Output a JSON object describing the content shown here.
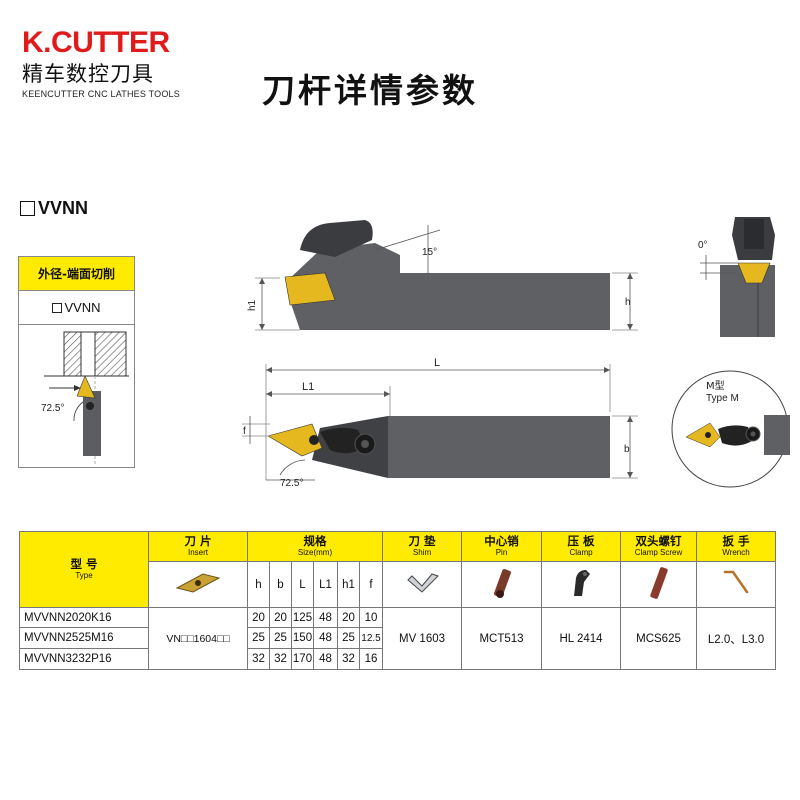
{
  "logo": {
    "brand": "K.CUTTER",
    "chinese": "精车数控刀具",
    "english": "KEENCUTTER CNC LATHES TOOLS",
    "brand_color": "#e01b1b"
  },
  "page_title": "刀杆详情参数",
  "model_series": "VVNN",
  "side_panel": {
    "header": "外径-端面切削",
    "model": "VVNN",
    "angle": "72.5°",
    "header_color": "#ffeb00"
  },
  "drawings": {
    "side_view": {
      "angle_label": "15°",
      "h1_label": "h1",
      "h_label": "h"
    },
    "end_view": {
      "angle_label": "0°"
    },
    "top_view": {
      "L_label": "L",
      "L1_label": "L1",
      "f_label": "f",
      "b_label": "b",
      "angle_label": "72.5°"
    },
    "type_m": {
      "label_cn": "M型",
      "label_en": "Type M"
    }
  },
  "table": {
    "headers": {
      "type": {
        "cn": "型 号",
        "en": "Type"
      },
      "insert": {
        "cn": "刀 片",
        "en": "Insert"
      },
      "size": {
        "cn": "规格",
        "en": "Size(mm)"
      },
      "shim": {
        "cn": "刀 垫",
        "en": "Shim"
      },
      "pin": {
        "cn": "中心销",
        "en": "Pin"
      },
      "clamp": {
        "cn": "压 板",
        "en": "Clamp"
      },
      "clamp_screw": {
        "cn": "双头螺钉",
        "en": "Clamp Screw"
      },
      "wrench": {
        "cn": "扳 手",
        "en": "Wrench"
      }
    },
    "size_columns": [
      "h",
      "b",
      "L",
      "L1",
      "h1",
      "f"
    ],
    "rows": [
      {
        "model": "MVVNN2020K16",
        "dims": [
          "20",
          "20",
          "125",
          "48",
          "20",
          "10"
        ]
      },
      {
        "model": "MVVNN2525M16",
        "dims": [
          "25",
          "25",
          "150",
          "48",
          "25",
          "12.5"
        ]
      },
      {
        "model": "MVVNN3232P16",
        "dims": [
          "32",
          "32",
          "170",
          "48",
          "32",
          "16"
        ]
      }
    ],
    "insert_value": "VN□□1604□□",
    "shim_value": "MV 1603",
    "pin_value": "MCT513",
    "clamp_value": "HL 2414",
    "clamp_screw_value": "MCS625",
    "wrench_value": "L2.0、L3.0",
    "header_color": "#ffeb00"
  }
}
